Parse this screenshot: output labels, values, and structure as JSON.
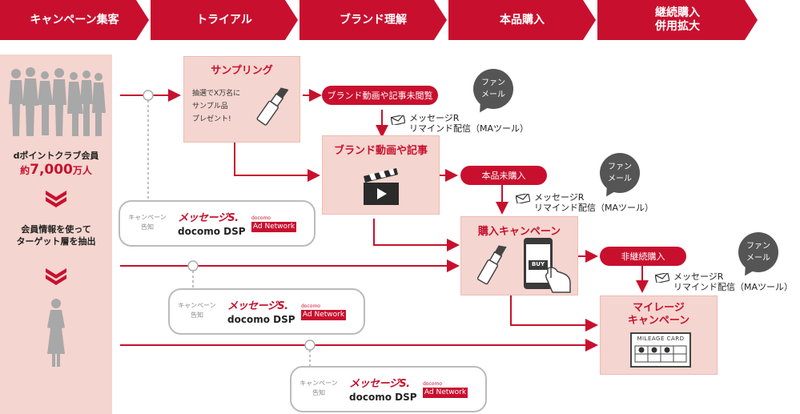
{
  "header": {
    "steps": [
      {
        "label": "キャンペーン集客"
      },
      {
        "label": "トライアル"
      },
      {
        "label": "ブランド理解"
      },
      {
        "label": "本品購入"
      },
      {
        "label": "継続購入\n併用拡大"
      }
    ]
  },
  "left_panel": {
    "member_line1": "dポイントクラブ会員",
    "member_line2_prefix": "約",
    "member_number": "7,000",
    "member_suffix": "万人",
    "extract_line1": "会員情報を使って",
    "extract_line2": "ターゲット層を抽出"
  },
  "sampling": {
    "title": "サンプリング",
    "desc_line1": "抽選でX万名に",
    "desc_line2": "サンプル品",
    "desc_line3": "プレゼント!"
  },
  "brand_video": {
    "title": "ブランド動画や記事"
  },
  "purchase_campaign": {
    "title": "購入キャンペーン",
    "buy_label": "BUY"
  },
  "mileage_campaign": {
    "title_line1": "マイレージ",
    "title_line2": "キャンペーン",
    "card_label": "MILEAGE CARD"
  },
  "pills": {
    "not_viewed": "ブランド動画や記事未閲覧",
    "not_purchased": "本品未購入",
    "not_continued": "非継続購入"
  },
  "fan_mail": {
    "line1": "ファン",
    "line2": "メール"
  },
  "reminder": {
    "line1": "メッセージR",
    "line2": "リマインド配信（MAツール）"
  },
  "ad_box": {
    "label_line1": "キャンペーン",
    "label_line2": "告知",
    "messageS": "メッセージS.",
    "docomo_dsp": "docomo DSP",
    "adnet_small": "docomo",
    "adnet_main": "Ad Network"
  },
  "colors": {
    "accent": "#c8102e",
    "pink": "#f5d5cf",
    "dark": "#555555",
    "grey_line": "#aaaaaa"
  }
}
